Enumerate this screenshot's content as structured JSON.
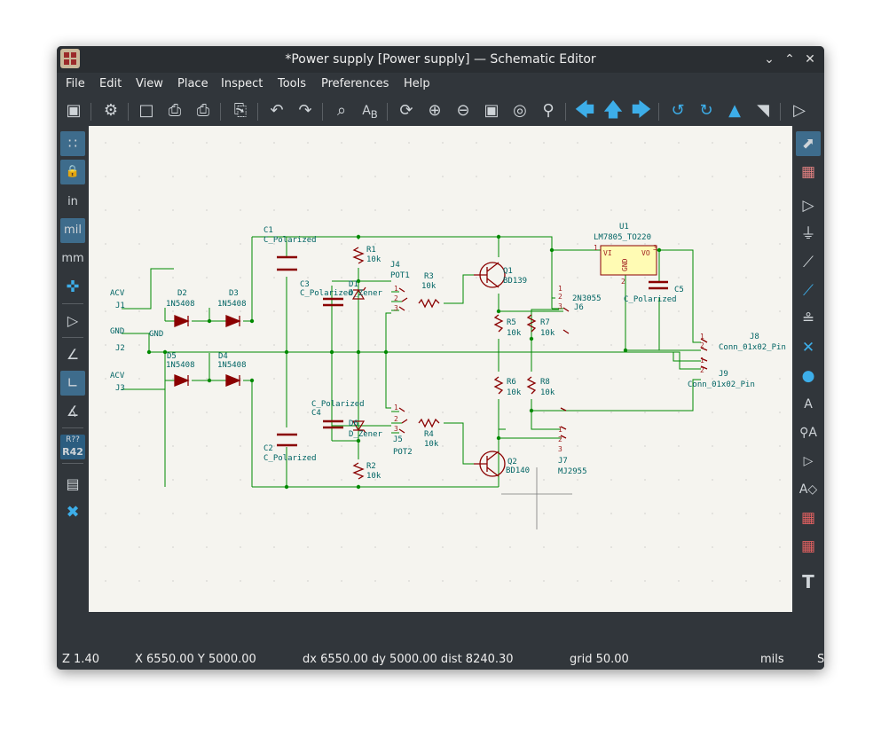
{
  "window": {
    "title": "*Power supply [Power supply] — Schematic Editor"
  },
  "window_controls": {
    "minimize": "⌄",
    "maximize": "⌃",
    "close": "✕"
  },
  "menu": [
    "File",
    "Edit",
    "View",
    "Place",
    "Inspect",
    "Tools",
    "Preferences",
    "Help"
  ],
  "left_toolbar": {
    "units_in": "in",
    "units_mil": "mil",
    "units_mm": "mm",
    "annotate": "R??",
    "annotate2": "R42"
  },
  "schematic": {
    "connectors": {
      "J1": "J1",
      "J2": "J2",
      "J3": "J3",
      "J4": "J4",
      "J5": "J5",
      "J6": "J6",
      "J7": "J7",
      "J8": "J8",
      "J9": "J9",
      "acv1": "ACV",
      "gnd": "GND",
      "acv2": "ACV",
      "gnd_label": "GND",
      "pot1": "POT1",
      "pot2": "POT2",
      "j6_val": "2N3055",
      "j7_val": "MJ2955",
      "j8_val": "Conn_01x02_Pin",
      "j9_val": "Conn_01x02_Pin"
    },
    "diodes": {
      "D1": "D1",
      "D2": "D2",
      "D3": "D3",
      "D4": "D4",
      "D5": "D5",
      "D6": "D6",
      "v2": "1N5408",
      "v3": "1N5408",
      "v4": "1N5408",
      "v5": "1N5408",
      "zener1": "D_Zener",
      "zener2": "D_Zener"
    },
    "caps": {
      "C1": "C1",
      "C2": "C2",
      "C3": "C3",
      "C4": "C4",
      "C5": "C5",
      "v1": "C_Polarized",
      "v2": "C_Polarized",
      "v3": "C_Polarized",
      "v4": "C_Polarized",
      "v5": "C_Polarized"
    },
    "resistors": {
      "R1": "R1",
      "R2": "R2",
      "R3": "R3",
      "R4": "R4",
      "R5": "R5",
      "R6": "R6",
      "R7": "R7",
      "R8": "R8",
      "val": "10k"
    },
    "transistors": {
      "Q1": "Q1",
      "Q2": "Q2",
      "q1_val": "BD139",
      "q2_val": "BD140"
    },
    "regulator": {
      "ref": "U1",
      "value": "LM7805_TO220",
      "vi": "VI",
      "vo": "VO",
      "gnd": "GND"
    },
    "pins": {
      "p1": "1",
      "p2": "2",
      "p3": "3"
    }
  },
  "status": {
    "zoom": "Z 1.40",
    "xy": "X 6550.00  Y 5000.00",
    "delta": "dx 6550.00  dy 5000.00  dist 8240.30",
    "grid": "grid 50.00",
    "units": "mils",
    "edge": "S"
  },
  "colors": {
    "wire": "#008a00",
    "symbol": "#8a0000",
    "text": "#006464",
    "canvas": "#f5f4ef",
    "regulator_fill": "#fffbb4"
  }
}
